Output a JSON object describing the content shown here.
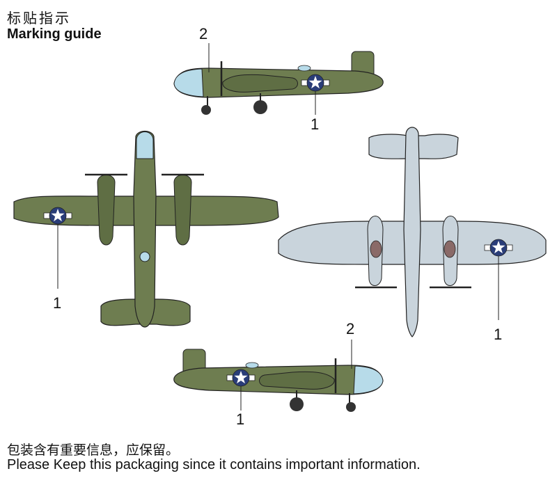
{
  "header": {
    "title_cn": "标贴指示",
    "title_en": "Marking guide"
  },
  "callouts": {
    "c1": "1",
    "c2": "2"
  },
  "colors": {
    "olive": "#6e7d50",
    "olive_dark": "#55633d",
    "grey_blue": "#c9d4dc",
    "canopy": "#b7dbe9",
    "roundel": "#2a3d78"
  },
  "footer": {
    "note_cn": "包装含有重要信息，应保留。",
    "note_en": "Please Keep this packaging since it contains important information."
  }
}
